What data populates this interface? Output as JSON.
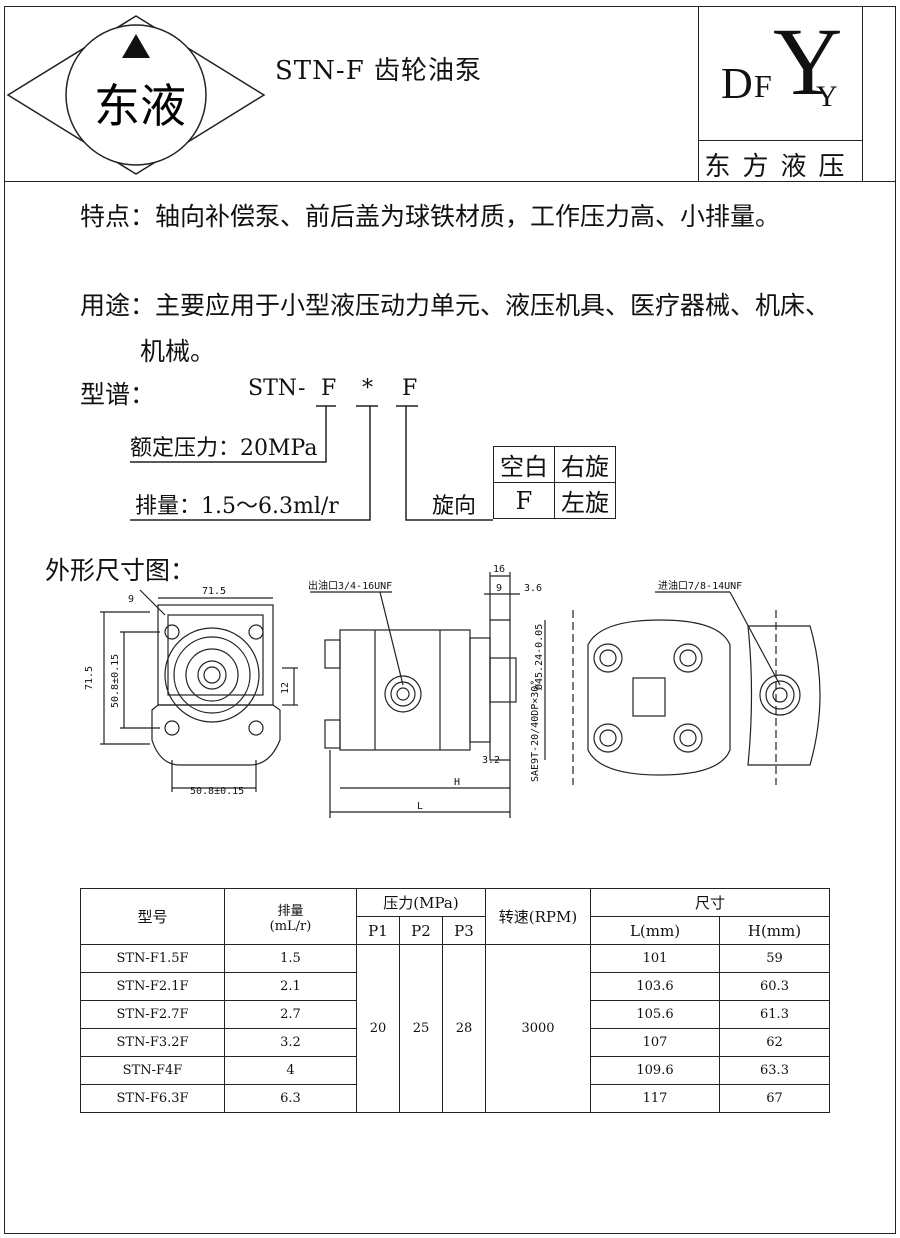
{
  "header": {
    "logo_text": "东液",
    "title": "STN-F 齿轮油泵",
    "brand_letters": [
      "D",
      "F",
      "Y",
      "Y"
    ],
    "brand_name": "东方液压"
  },
  "features": "特点：轴向补偿泵、前后盖为球铁材质，工作压力高、小排量。",
  "usage_line1": "用途：主要应用于小型液压动力单元、液压机具、医疗器械、机床、",
  "usage_line2": "机械。",
  "model_code": {
    "label": "型谱：",
    "code_parts": [
      "STN",
      "-",
      "F",
      "*",
      "F"
    ],
    "pressure": "额定压力：20MPa",
    "displacement": "排量：1.5～6.3ml/r",
    "rotation_label": "旋向",
    "rotation_table": [
      [
        "空白",
        "右旋"
      ],
      [
        "F",
        "左旋"
      ]
    ]
  },
  "outline_title": "外形尺寸图：",
  "drawing_labels": {
    "d_71_5_top": "71.5",
    "d_9": "9",
    "d_71_5_left": "71.5",
    "d_50_8_v": "50.8±0.15",
    "d_50_8_h": "50.8±0.15",
    "d_12": "12",
    "outlet": "出油口3/4-16UNF",
    "d_16": "16",
    "d_9b": "9",
    "d_3_6": "3.6",
    "d_45": "Ø45.24-0.05",
    "spline": "SAE9T-20/40DP×30°",
    "d_3_2": "3.2",
    "H": "H",
    "L": "L",
    "inlet": "进油口7/8-14UNF"
  },
  "table": {
    "headers": {
      "model": "型号",
      "disp": "排量",
      "disp_unit": "(mL/r)",
      "pressure": "压力(MPa)",
      "p1": "P1",
      "p2": "P2",
      "p3": "P3",
      "speed": "转速(RPM)",
      "size": "尺寸",
      "L": "L(mm)",
      "H": "H(mm)"
    },
    "rows": [
      {
        "model": "STN-F1.5F",
        "disp": "1.5",
        "L": "101",
        "H": "59"
      },
      {
        "model": "STN-F2.1F",
        "disp": "2.1",
        "L": "103.6",
        "H": "60.3"
      },
      {
        "model": "STN-F2.7F",
        "disp": "2.7",
        "L": "105.6",
        "H": "61.3"
      },
      {
        "model": "STN-F3.2F",
        "disp": "3.2",
        "L": "107",
        "H": "62"
      },
      {
        "model": "STN-F4F",
        "disp": "4",
        "L": "109.6",
        "H": "63.3"
      },
      {
        "model": "STN-F6.3F",
        "disp": "6.3",
        "L": "117",
        "H": "67"
      }
    ],
    "p1": "20",
    "p2": "25",
    "p3": "28",
    "speed": "3000"
  }
}
